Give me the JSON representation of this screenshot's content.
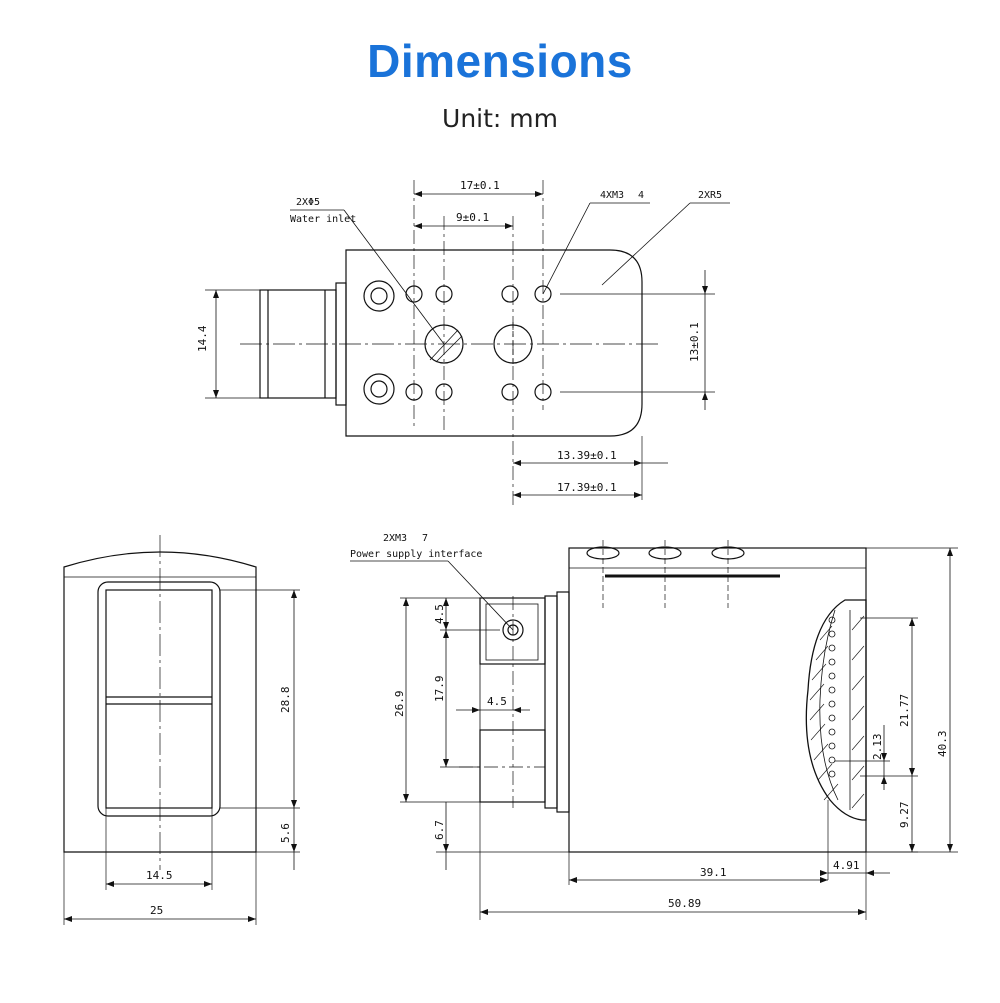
{
  "header": {
    "title": "Dimensions",
    "subtitle": "Unit: mm"
  },
  "top_view": {
    "dim_17": "17±0.1",
    "dim_9": "9±0.1",
    "dim_14_4": "14.4",
    "dim_13": "13±0.1",
    "dim_13_39": "13.39±0.1",
    "dim_17_39": "17.39±0.1",
    "note_hole": "2XΦ5",
    "note_inlet": "Water inlet",
    "note_thread": "4XM3",
    "note_thread_depth": "4",
    "note_radius": "2XR5"
  },
  "front_view": {
    "dim_28_8": "28.8",
    "dim_5_6": "5.6",
    "dim_14_5": "14.5",
    "dim_25": "25"
  },
  "side_view": {
    "note_thread": "2XM3",
    "note_thread_depth": "7",
    "note_power": "Power supply interface",
    "dim_4_5_v": "4.5",
    "dim_17_9": "17.9",
    "dim_26_9": "26.9",
    "dim_4_5_h": "4.5",
    "dim_6_7": "6.7",
    "dim_21_77": "21.77",
    "dim_2_13": "2.13",
    "dim_9_27": "9.27",
    "dim_40_3": "40.3",
    "dim_39_1": "39.1",
    "dim_4_91": "4.91",
    "dim_50_89": "50.89"
  },
  "colors": {
    "title": "#1a73d9",
    "line": "#111111"
  }
}
